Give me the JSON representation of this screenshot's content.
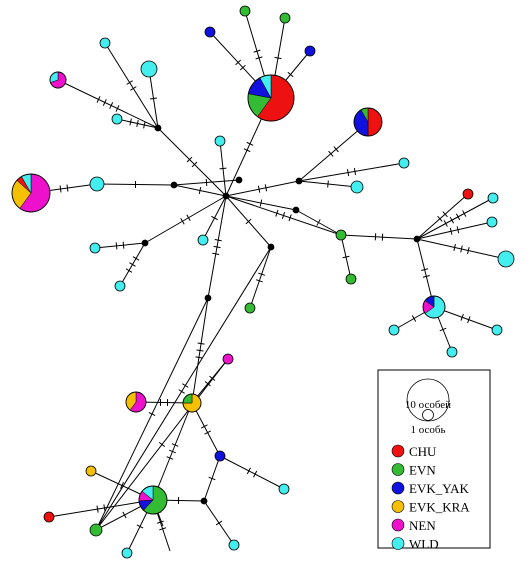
{
  "colors": {
    "CHU": "#ee1111",
    "EVN": "#33bb33",
    "EVK_YAK": "#1111dd",
    "EVK_KRA": "#f5c000",
    "NEN": "#ee11cc",
    "WLD": "#44eeee",
    "median": "#000000",
    "edge": "#000000"
  },
  "legend": {
    "size_large": "10 особей",
    "size_small": "1 особь",
    "items": [
      {
        "key": "CHU",
        "label": "CHU"
      },
      {
        "key": "EVN",
        "label": "EVN"
      },
      {
        "key": "EVK_YAK",
        "label": "EVK_YAK"
      },
      {
        "key": "EVK_KRA",
        "label": "EVK_KRA"
      },
      {
        "key": "NEN",
        "label": "NEN"
      },
      {
        "key": "WLD",
        "label": "WLD"
      }
    ]
  },
  "network": {
    "nodes": [
      {
        "id": "big_top",
        "pie": [
          {
            "g": "CHU",
            "v": 6
          },
          {
            "g": "EVN",
            "v": 1.8
          },
          {
            "g": "EVK_YAK",
            "v": 1.4
          },
          {
            "g": "WLD",
            "v": 0.8
          }
        ]
      },
      {
        "id": "top_right_pie",
        "pie": [
          {
            "g": "CHU",
            "v": 2.4
          },
          {
            "g": "EVK_YAK",
            "v": 2
          },
          {
            "g": "EVN",
            "v": 0.4
          }
        ]
      },
      {
        "id": "left_big",
        "pie": [
          {
            "g": "NEN",
            "v": 3.6
          },
          {
            "g": "EVK_KRA",
            "v": 1.6
          },
          {
            "g": "CHU",
            "v": 0.3
          },
          {
            "g": "WLD",
            "v": 0.5
          }
        ]
      },
      {
        "id": "left_top_pie",
        "pie": [
          {
            "g": "NEN",
            "v": 1.4
          },
          {
            "g": "WLD",
            "v": 0.6
          }
        ]
      },
      {
        "id": "bottom_big",
        "pie": [
          {
            "g": "EVN",
            "v": 2.6
          },
          {
            "g": "EVK_YAK",
            "v": 0.5
          },
          {
            "g": "NEN",
            "v": 0.5
          },
          {
            "g": "WLD",
            "v": 0.6
          }
        ]
      },
      {
        "id": "right_pie",
        "pie": [
          {
            "g": "WLD",
            "v": 1.3
          },
          {
            "g": "NEN",
            "v": 0.4
          },
          {
            "g": "EVK_YAK",
            "v": 0.3
          }
        ]
      },
      {
        "id": "mid_left_pie",
        "pie": [
          {
            "g": "NEN",
            "v": 1.2
          },
          {
            "g": "EVK_KRA",
            "v": 0.8
          }
        ]
      },
      {
        "id": "mid_pie",
        "pie": [
          {
            "g": "EVK_KRA",
            "v": 1.5
          },
          {
            "g": "EVN",
            "v": 0.5
          }
        ]
      },
      {
        "id": "hub",
        "pie": [
          {
            "g": "median",
            "v": 1
          }
        ]
      },
      {
        "id": "m_left1",
        "pie": [
          {
            "g": "median",
            "v": 1
          }
        ]
      },
      {
        "id": "m_top",
        "pie": [
          {
            "g": "median",
            "v": 1
          }
        ]
      },
      {
        "id": "m_ctr",
        "pie": [
          {
            "g": "median",
            "v": 1
          }
        ]
      },
      {
        "id": "m_r1",
        "pie": [
          {
            "g": "median",
            "v": 1
          }
        ]
      },
      {
        "id": "m_r2",
        "pie": [
          {
            "g": "median",
            "v": 1
          }
        ]
      },
      {
        "id": "m_far_r",
        "pie": [
          {
            "g": "median",
            "v": 1
          }
        ]
      },
      {
        "id": "m_down",
        "pie": [
          {
            "g": "median",
            "v": 1
          }
        ]
      },
      {
        "id": "m_left2",
        "pie": [
          {
            "g": "median",
            "v": 1
          }
        ]
      },
      {
        "id": "m_mid",
        "pie": [
          {
            "g": "median",
            "v": 1
          }
        ]
      },
      {
        "id": "m_bot",
        "pie": [
          {
            "g": "median",
            "v": 1
          }
        ]
      },
      {
        "id": "evn_mid",
        "pie": [
          {
            "g": "EVN",
            "v": 1
          }
        ]
      },
      {
        "id": "evn_r",
        "pie": [
          {
            "g": "EVN",
            "v": 1
          }
        ]
      },
      {
        "id": "evn_r_low",
        "pie": [
          {
            "g": "EVN",
            "v": 1
          }
        ]
      },
      {
        "id": "evn_top1",
        "pie": [
          {
            "g": "EVN",
            "v": 1
          }
        ]
      },
      {
        "id": "evn_top2",
        "pie": [
          {
            "g": "EVN",
            "v": 1
          }
        ]
      },
      {
        "id": "evn_bot",
        "pie": [
          {
            "g": "EVN",
            "v": 1
          }
        ]
      },
      {
        "id": "yak_top1",
        "pie": [
          {
            "g": "EVK_YAK",
            "v": 1
          }
        ]
      },
      {
        "id": "yak_top2",
        "pie": [
          {
            "g": "EVK_YAK",
            "v": 1
          }
        ]
      },
      {
        "id": "yak_bot",
        "pie": [
          {
            "g": "EVK_YAK",
            "v": 1
          }
        ]
      },
      {
        "id": "chu_r",
        "pie": [
          {
            "g": "CHU",
            "v": 1
          }
        ]
      },
      {
        "id": "chu_bot",
        "pie": [
          {
            "g": "CHU",
            "v": 1
          }
        ]
      },
      {
        "id": "kra_bot",
        "pie": [
          {
            "g": "EVK_KRA",
            "v": 1
          }
        ]
      },
      {
        "id": "nen_mid",
        "pie": [
          {
            "g": "NEN",
            "v": 1
          }
        ]
      },
      {
        "id": "w_tl1",
        "pie": [
          {
            "g": "WLD",
            "v": 1
          }
        ]
      },
      {
        "id": "w_tl2",
        "pie": [
          {
            "g": "WLD",
            "v": 1
          }
        ]
      },
      {
        "id": "w_tl3",
        "pie": [
          {
            "g": "WLD",
            "v": 1
          }
        ]
      },
      {
        "id": "w_l1",
        "pie": [
          {
            "g": "WLD",
            "v": 1
          }
        ]
      },
      {
        "id": "w_l2",
        "pie": [
          {
            "g": "WLD",
            "v": 1
          }
        ]
      },
      {
        "id": "w_l3",
        "pie": [
          {
            "g": "WLD",
            "v": 1
          }
        ]
      },
      {
        "id": "w_l4",
        "pie": [
          {
            "g": "WLD",
            "v": 1
          }
        ]
      },
      {
        "id": "w_c1",
        "pie": [
          {
            "g": "WLD",
            "v": 1
          }
        ]
      },
      {
        "id": "w_c2",
        "pie": [
          {
            "g": "WLD",
            "v": 1
          }
        ]
      },
      {
        "id": "w_r1",
        "pie": [
          {
            "g": "WLD",
            "v": 1
          }
        ]
      },
      {
        "id": "w_r2",
        "pie": [
          {
            "g": "WLD",
            "v": 1
          }
        ]
      },
      {
        "id": "w_r3",
        "pie": [
          {
            "g": "WLD",
            "v": 1
          }
        ]
      },
      {
        "id": "w_r4",
        "pie": [
          {
            "g": "WLD",
            "v": 1
          }
        ]
      },
      {
        "id": "w_r5",
        "pie": [
          {
            "g": "WLD",
            "v": 1
          }
        ]
      },
      {
        "id": "w_r6",
        "pie": [
          {
            "g": "WLD",
            "v": 1
          }
        ]
      },
      {
        "id": "w_b1",
        "pie": [
          {
            "g": "WLD",
            "v": 1
          }
        ]
      },
      {
        "id": "w_b2",
        "pie": [
          {
            "g": "WLD",
            "v": 1
          }
        ]
      },
      {
        "id": "w_b3",
        "pie": [
          {
            "g": "WLD",
            "v": 1
          }
        ]
      },
      {
        "id": "w_b4",
        "pie": [
          {
            "g": "WLD",
            "v": 1
          }
        ]
      }
    ],
    "edges": [
      {
        "a": "hub",
        "b": "big_top",
        "t": 2
      },
      {
        "a": "big_top",
        "b": "evn_top1",
        "t": 2
      },
      {
        "a": "big_top",
        "b": "evn_top2",
        "t": 1
      },
      {
        "a": "big_top",
        "b": "yak_top1",
        "t": 2
      },
      {
        "a": "big_top",
        "b": "yak_top2",
        "t": 1
      },
      {
        "a": "hub",
        "b": "w_tl3",
        "t": 1
      },
      {
        "a": "hub",
        "b": "m_left1",
        "t": 2
      },
      {
        "a": "m_left1",
        "b": "w_tl1",
        "t": 2
      },
      {
        "a": "m_left1",
        "b": "w_tl2",
        "t": 3
      },
      {
        "a": "m_left1",
        "b": "left_top_pie",
        "t": 4
      },
      {
        "a": "m_left1",
        "b": "w_l1",
        "t": 1
      },
      {
        "a": "hub",
        "b": "m_top",
        "t": 1
      },
      {
        "a": "m_top",
        "b": "w_l2",
        "t": 1
      },
      {
        "a": "w_l2",
        "b": "left_big",
        "t": 2
      },
      {
        "a": "m_top",
        "b": "m_ctr",
        "t": 1
      },
      {
        "a": "hub",
        "b": "m_r1",
        "t": 2
      },
      {
        "a": "m_r1",
        "b": "top_right_pie",
        "t": 2
      },
      {
        "a": "m_r1",
        "b": "w_r1",
        "t": 2
      },
      {
        "a": "m_r1",
        "b": "w_r2",
        "t": 1
      },
      {
        "a": "hub",
        "b": "m_r2",
        "t": 1
      },
      {
        "a": "m_r2",
        "b": "evn_r",
        "t": 1
      },
      {
        "a": "hub",
        "b": "evn_r",
        "t": 3
      },
      {
        "a": "evn_r",
        "b": "evn_r_low",
        "t": 1
      },
      {
        "a": "evn_r",
        "b": "m_far_r",
        "t": 2
      },
      {
        "a": "m_far_r",
        "b": "chu_r",
        "t": 2
      },
      {
        "a": "m_far_r",
        "b": "w_r3",
        "t": 4
      },
      {
        "a": "m_far_r",
        "b": "w_r4",
        "t": 2
      },
      {
        "a": "m_far_r",
        "b": "w_r5",
        "t": 3
      },
      {
        "a": "m_far_r",
        "b": "right_pie",
        "t": 2
      },
      {
        "a": "right_pie",
        "b": "w_r6",
        "t": 2
      },
      {
        "a": "right_pie",
        "b": "w_c1",
        "t": 1
      },
      {
        "a": "right_pie",
        "b": "w_b4",
        "t": 1
      },
      {
        "a": "hub",
        "b": "m_down",
        "t": 1
      },
      {
        "a": "m_down",
        "b": "evn_mid",
        "t": 2
      },
      {
        "a": "hub",
        "b": "m_left2",
        "t": 2
      },
      {
        "a": "m_left2",
        "b": "w_l3",
        "t": 2
      },
      {
        "a": "m_left2",
        "b": "w_l4",
        "t": 3
      },
      {
        "a": "hub",
        "b": "w_c2",
        "t": 1
      },
      {
        "a": "hub",
        "b": "m_mid",
        "t": 3
      },
      {
        "a": "m_mid",
        "b": "evn_bot",
        "t": 1
      },
      {
        "a": "evn_bot",
        "b": "m_down",
        "t": 2
      },
      {
        "a": "m_mid",
        "b": "mid_pie",
        "t": 3
      },
      {
        "a": "evn_bot",
        "b": "nen_mid",
        "t": 1
      },
      {
        "a": "nen_mid",
        "b": "mid_pie",
        "t": 2
      },
      {
        "a": "mid_pie",
        "b": "mid_left_pie",
        "t": 2
      },
      {
        "a": "mid_pie",
        "b": "bottom_big",
        "t": 3
      },
      {
        "a": "mid_pie",
        "b": "yak_bot",
        "t": 2
      },
      {
        "a": "yak_bot",
        "b": "w_b1",
        "t": 2
      },
      {
        "a": "yak_bot",
        "b": "m_bot",
        "t": 1
      },
      {
        "a": "m_bot",
        "b": "bottom_big",
        "t": 1
      },
      {
        "a": "m_bot",
        "b": "w_b2",
        "t": 1
      },
      {
        "a": "bottom_big",
        "b": "chu_bot",
        "t": 2
      },
      {
        "a": "bottom_big",
        "b": "kra_bot",
        "t": 1
      },
      {
        "a": "bottom_big",
        "b": "evn_bot2",
        "t": 1
      },
      {
        "a": "bottom_big",
        "b": "w_b3",
        "t": 1
      },
      {
        "a": "bottom_big",
        "b": "w_b5",
        "t": 2
      },
      {
        "a": "bottom_big",
        "b": "w_b6",
        "t": 1
      }
    ]
  }
}
